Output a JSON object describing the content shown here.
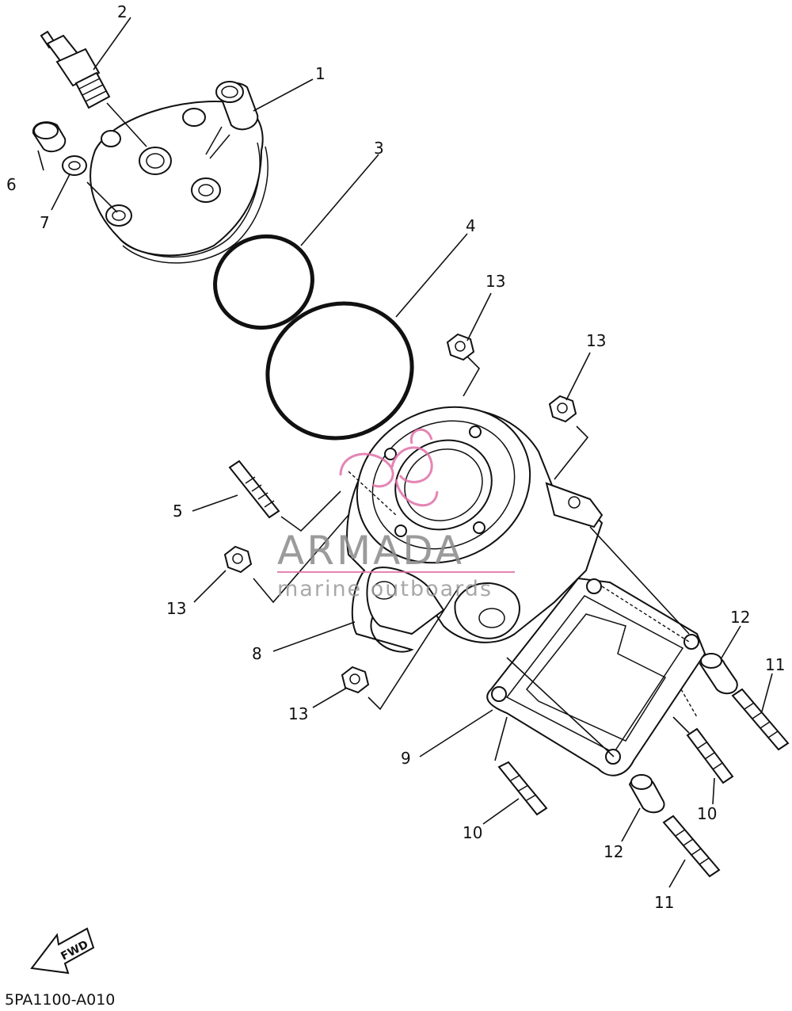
{
  "diagram": {
    "code": "5PA1100-A010",
    "watermark": {
      "title": "ARMADA",
      "subtitle": "marine outboards",
      "accent_color": "#e070a8"
    },
    "fwd_label": "FWD",
    "callouts": [
      {
        "id": "c1",
        "text": "1"
      },
      {
        "id": "c2",
        "text": "2"
      },
      {
        "id": "c3",
        "text": "3"
      },
      {
        "id": "c4",
        "text": "4"
      },
      {
        "id": "c5",
        "text": "5"
      },
      {
        "id": "c6",
        "text": "6"
      },
      {
        "id": "c7",
        "text": "7"
      },
      {
        "id": "c8",
        "text": "8"
      },
      {
        "id": "c9",
        "text": "9"
      },
      {
        "id": "c10a",
        "text": "10"
      },
      {
        "id": "c10b",
        "text": "10"
      },
      {
        "id": "c11a",
        "text": "11"
      },
      {
        "id": "c11b",
        "text": "11"
      },
      {
        "id": "c12a",
        "text": "12"
      },
      {
        "id": "c12b",
        "text": "12"
      },
      {
        "id": "c13a",
        "text": "13"
      },
      {
        "id": "c13b",
        "text": "13"
      },
      {
        "id": "c13c",
        "text": "13"
      },
      {
        "id": "c13d",
        "text": "13"
      }
    ]
  }
}
